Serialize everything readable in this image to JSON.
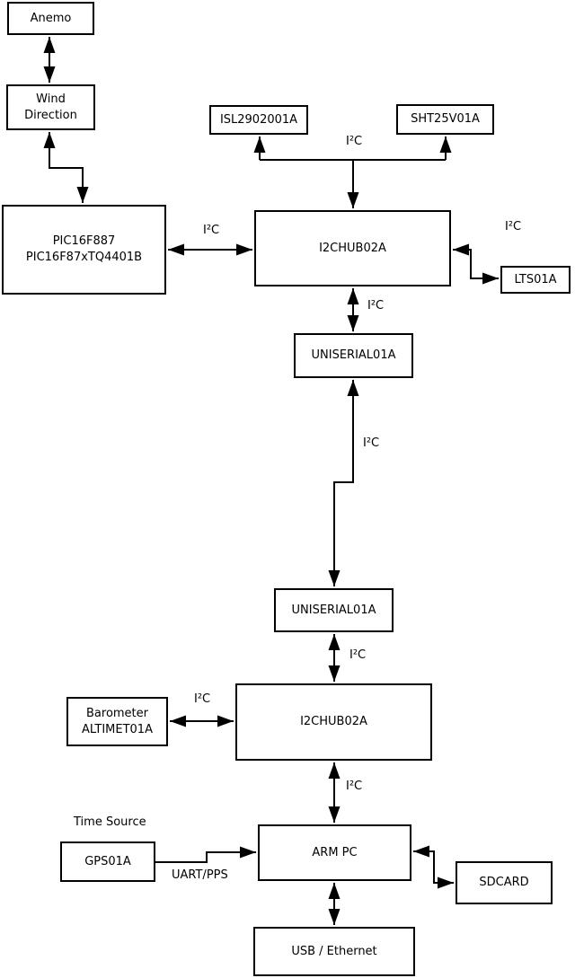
{
  "diagram": {
    "background_color": "#ffffff",
    "line_color": "#000000",
    "nodes": {
      "anemo": {
        "label": "Anemo"
      },
      "wind": {
        "label": "Wind\nDirection"
      },
      "pic": {
        "label": "PIC16F887\nPIC16F87xTQ4401B"
      },
      "isl": {
        "label": "ISL2902001A"
      },
      "sht": {
        "label": "SHT25V01A"
      },
      "hub1": {
        "label": "I2CHUB02A"
      },
      "lts": {
        "label": "LTS01A"
      },
      "uniserial1": {
        "label": "UNISERIAL01A"
      },
      "uniserial2": {
        "label": "UNISERIAL01A"
      },
      "hub2": {
        "label": "I2CHUB02A"
      },
      "barometer": {
        "label": "Barometer\nALTIMET01A"
      },
      "gps": {
        "label": "GPS01A"
      },
      "arm": {
        "label": "ARM PC"
      },
      "sdcard": {
        "label": "SDCARD"
      },
      "usb": {
        "label": "USB / Ethernet"
      }
    },
    "edge_labels": {
      "i2c_junction": "I²C",
      "i2c_pic": "I²C",
      "i2c_lts": "I²C",
      "i2c_uni1": "I²C",
      "i2c_long": "I²C",
      "i2c_uni2": "I²C",
      "i2c_baro": "I²C",
      "i2c_arm": "I²C",
      "time_source": "Time Source",
      "uart_pps": "UART/PPS"
    }
  }
}
